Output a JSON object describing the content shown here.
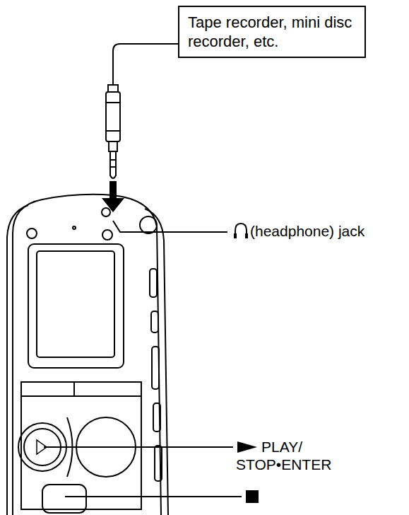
{
  "diagram": {
    "nodes": [
      {
        "text": [
          "Tape recorder, mini disc recorder, etc."
        ]
      }
    ],
    "labels": [
      "(headphone) jack",
      "PLAY/ STOP•ENTER"
    ]
  }
}
